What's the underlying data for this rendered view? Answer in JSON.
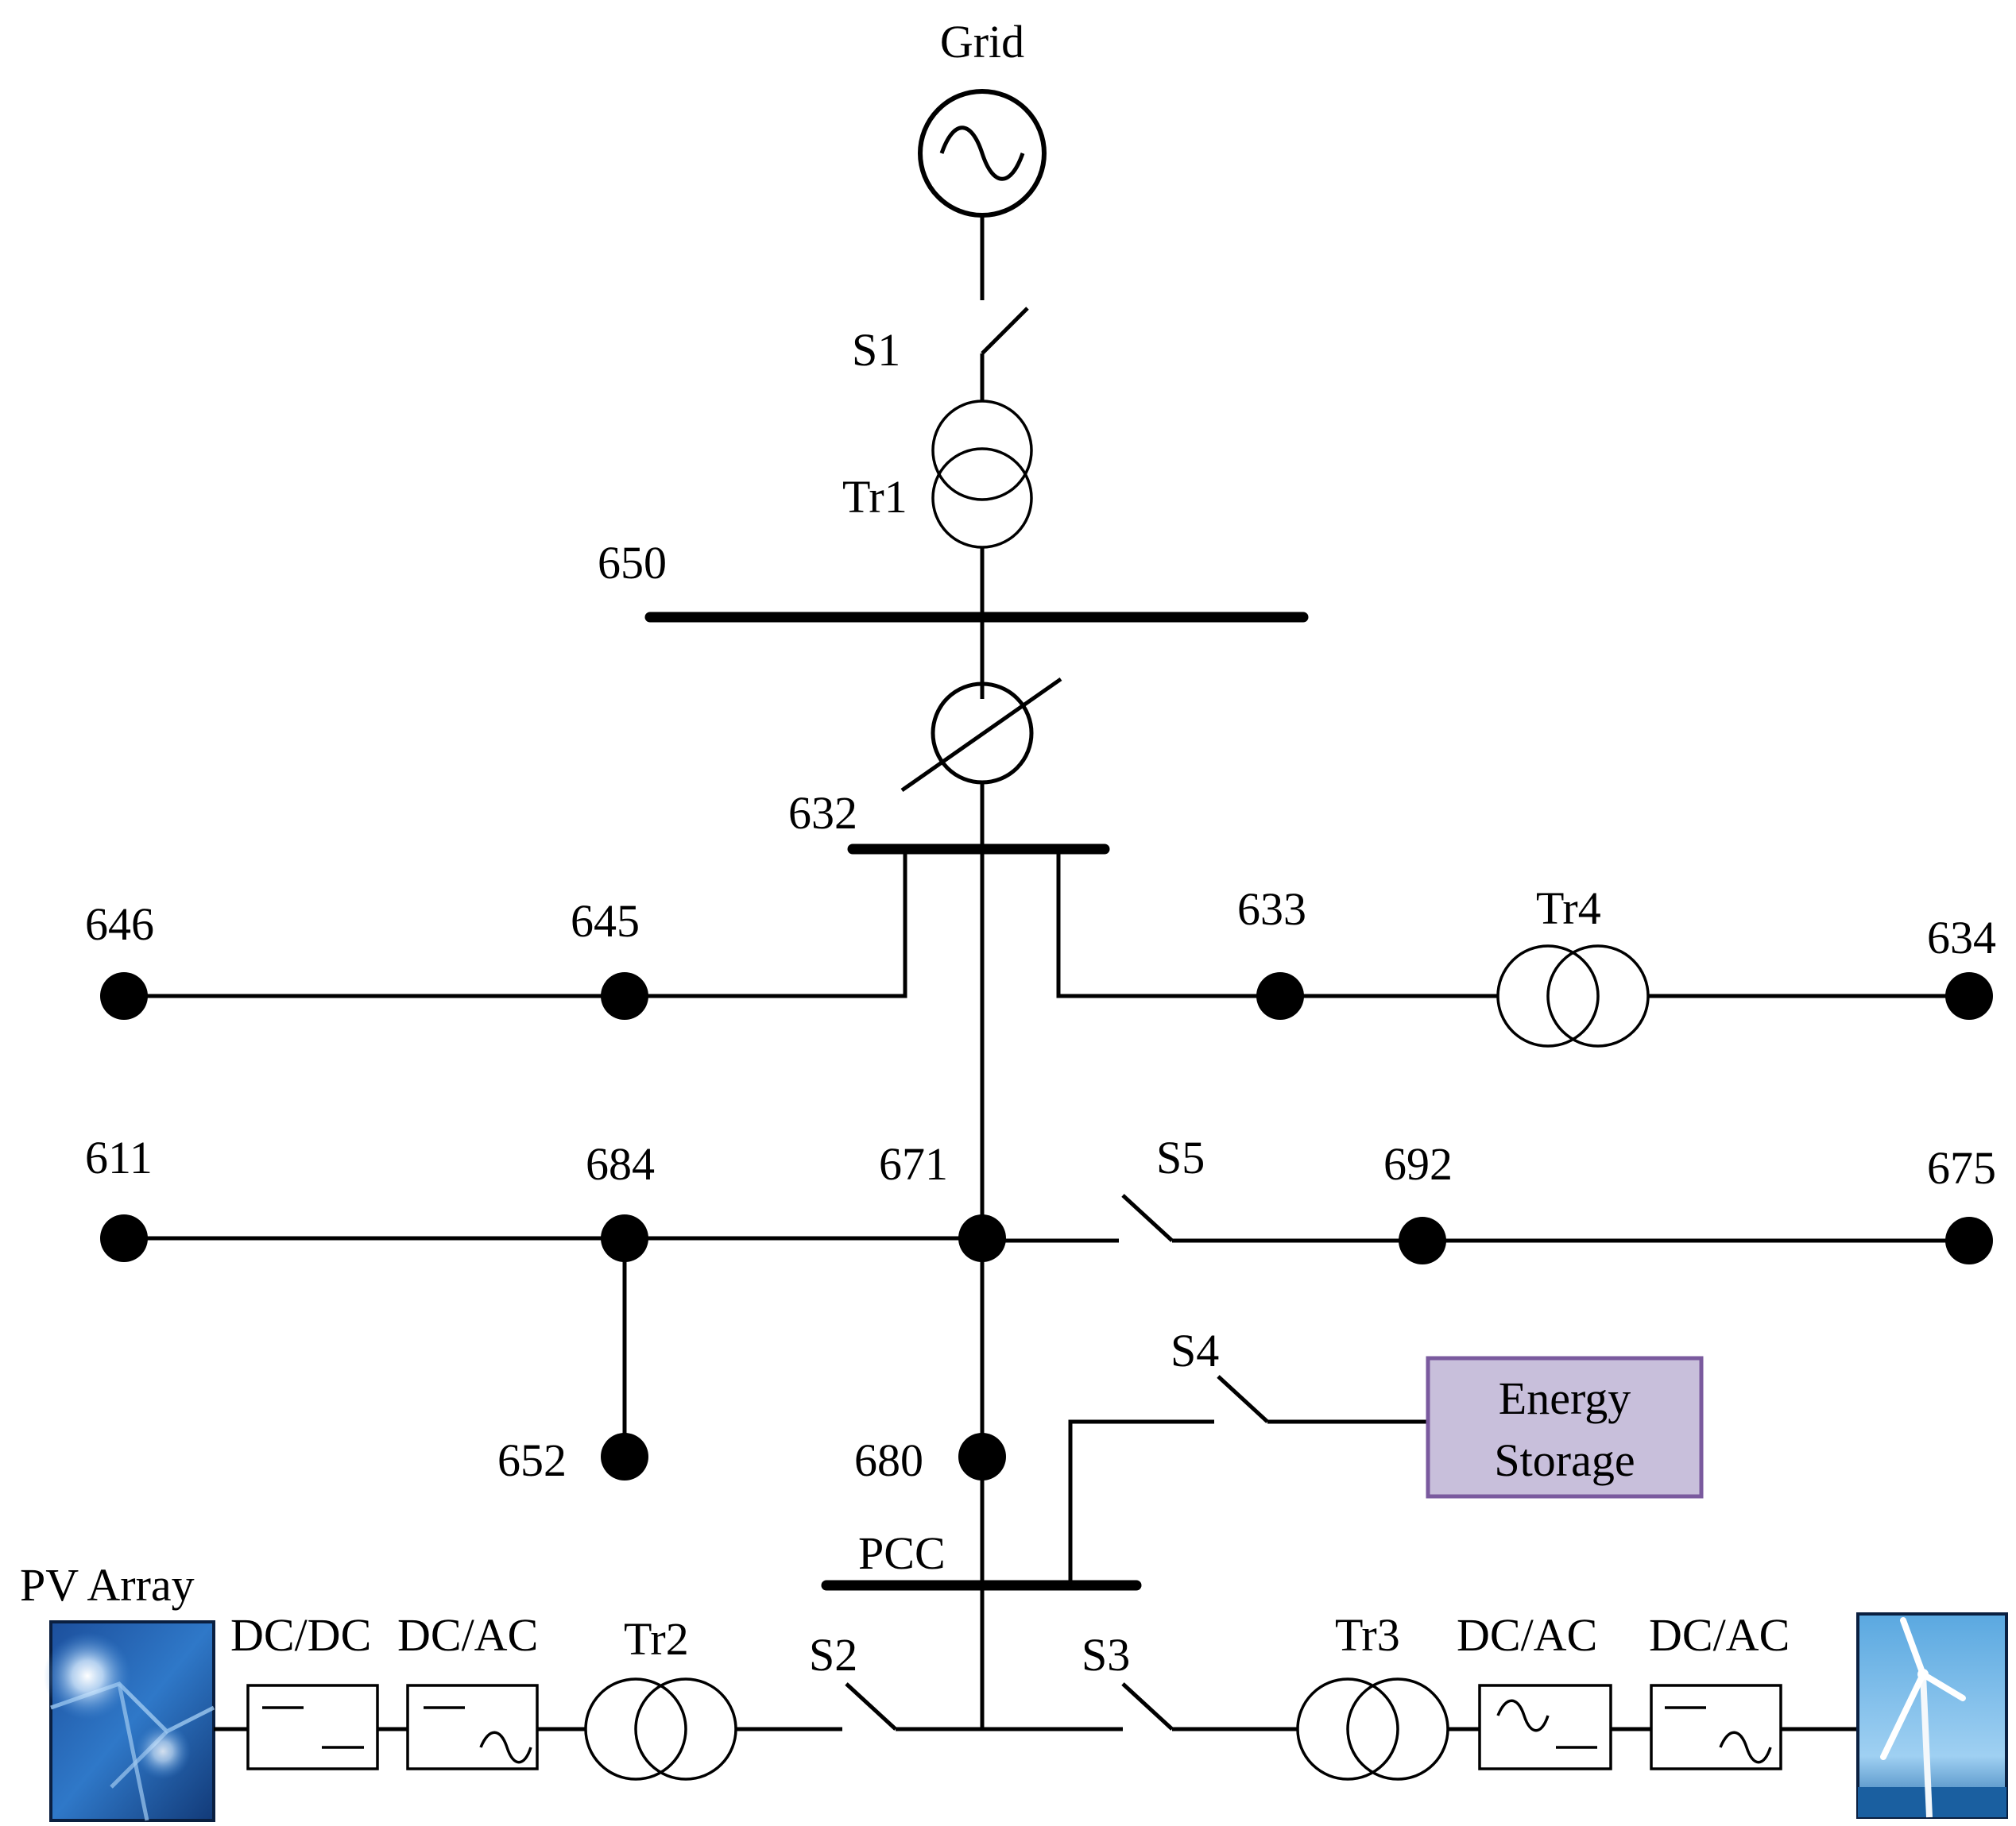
{
  "labels": {
    "grid": "Grid",
    "s1": "S1",
    "tr1": "Tr1",
    "bus650": "650",
    "bus632": "632",
    "n646": "646",
    "n645": "645",
    "n633": "633",
    "tr4": "Tr4",
    "n634": "634",
    "n611": "611",
    "n684": "684",
    "n671": "671",
    "s5": "S5",
    "n692": "692",
    "n675": "675",
    "s4": "S4",
    "n652": "652",
    "n680": "680",
    "pcc": "PCC",
    "pv_array": "PV Array",
    "dcdc": "DC/DC",
    "dcac_pv": "DC/AC",
    "tr2": "Tr2",
    "s2": "S2",
    "s3": "S3",
    "tr3": "Tr3",
    "dcac_w1": "DC/AC",
    "dcac_w2": "DC/AC"
  },
  "energy_storage": {
    "line1": "Energy",
    "line2": "Storage"
  },
  "colors": {
    "storage_fill": "#c8bfdb",
    "storage_border": "#7a5a9e",
    "pv_panel": "#1f5fb0",
    "wind_sky": "#7fbfea",
    "wind_sea": "#1a5fa0"
  },
  "icons": {
    "pv": "solar-panel-icon",
    "wind": "wind-turbine-icon"
  }
}
